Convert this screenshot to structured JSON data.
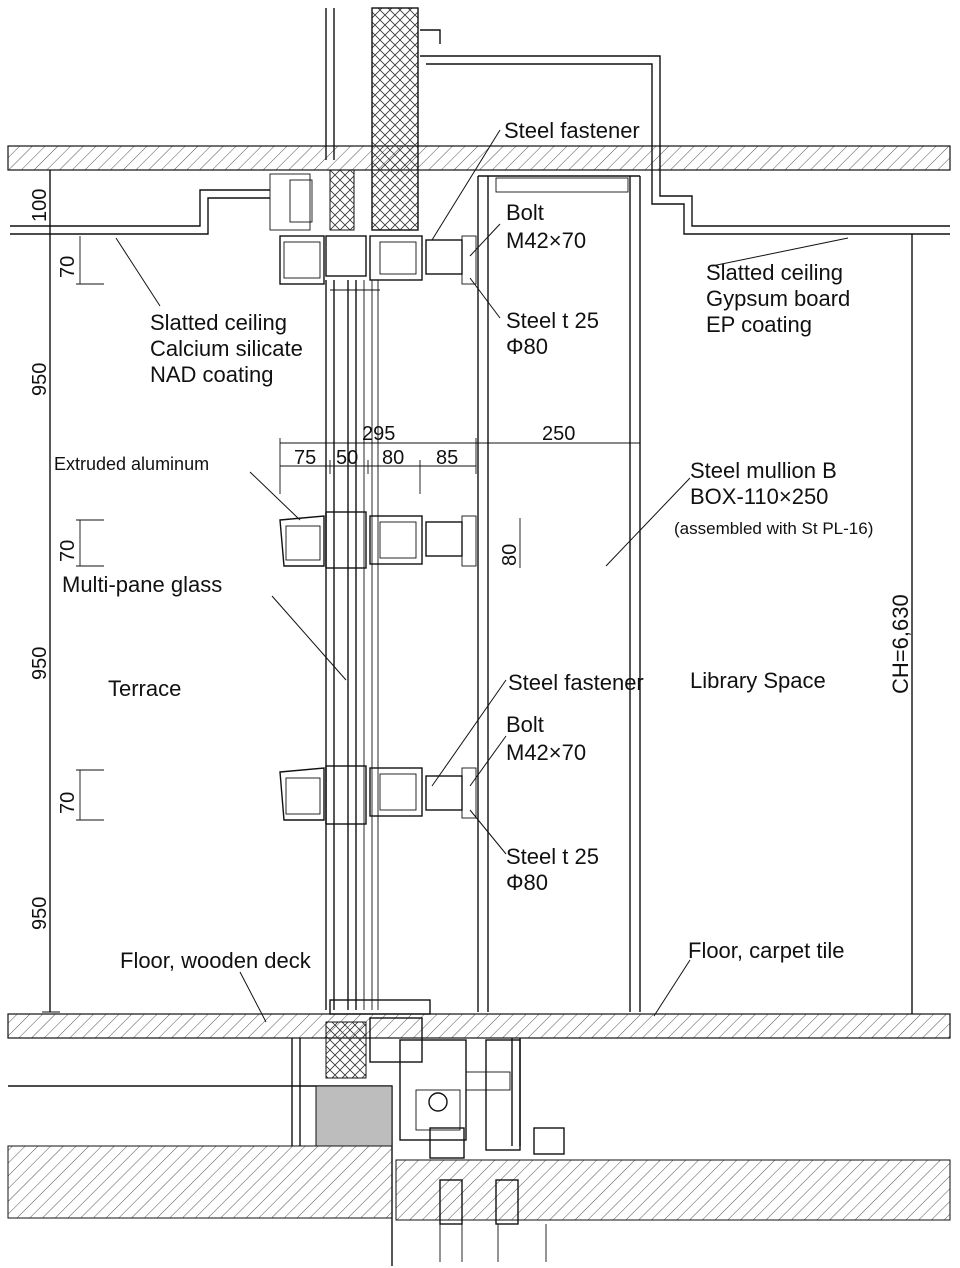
{
  "labels": {
    "steel_fastener_top": "Steel fastener",
    "bolt_top": "Bolt",
    "bolt_spec_top": "M42×70",
    "steel_plate_top": "Steel t 25",
    "steel_dia_top": "Φ80",
    "slatted_left_1": "Slatted ceiling",
    "slatted_left_2": "Calcium silicate",
    "slatted_left_3": "NAD coating",
    "slatted_right_1": "Slatted ceiling",
    "slatted_right_2": "Gypsum board",
    "slatted_right_3": "EP coating",
    "extruded_aluminum": "Extruded aluminum",
    "steel_mullion_1": "Steel mullion B",
    "steel_mullion_2": "BOX-110×250",
    "steel_mullion_3": "(assembled with St PL-16)",
    "multi_pane_glass": "Multi-pane glass",
    "terrace": "Terrace",
    "library_space": "Library Space",
    "steel_fastener_mid": "Steel fastener",
    "bolt_mid": "Bolt",
    "bolt_spec_mid": "M42×70",
    "steel_plate_mid": "Steel t 25",
    "steel_dia_mid": "Φ80",
    "floor_left": "Floor, wooden deck",
    "floor_right": "Floor, carpet tile",
    "ceiling_height": "CH=6,630"
  },
  "dimensions": {
    "d100": "100",
    "d70_a": "70",
    "d950_a": "950",
    "d70_b": "70",
    "d950_b": "950",
    "d70_c": "70",
    "d950_c": "950",
    "d295": "295",
    "d250": "250",
    "d75": "75",
    "d50": "50",
    "d80_h": "80",
    "d85": "85",
    "d80_v": "80"
  }
}
